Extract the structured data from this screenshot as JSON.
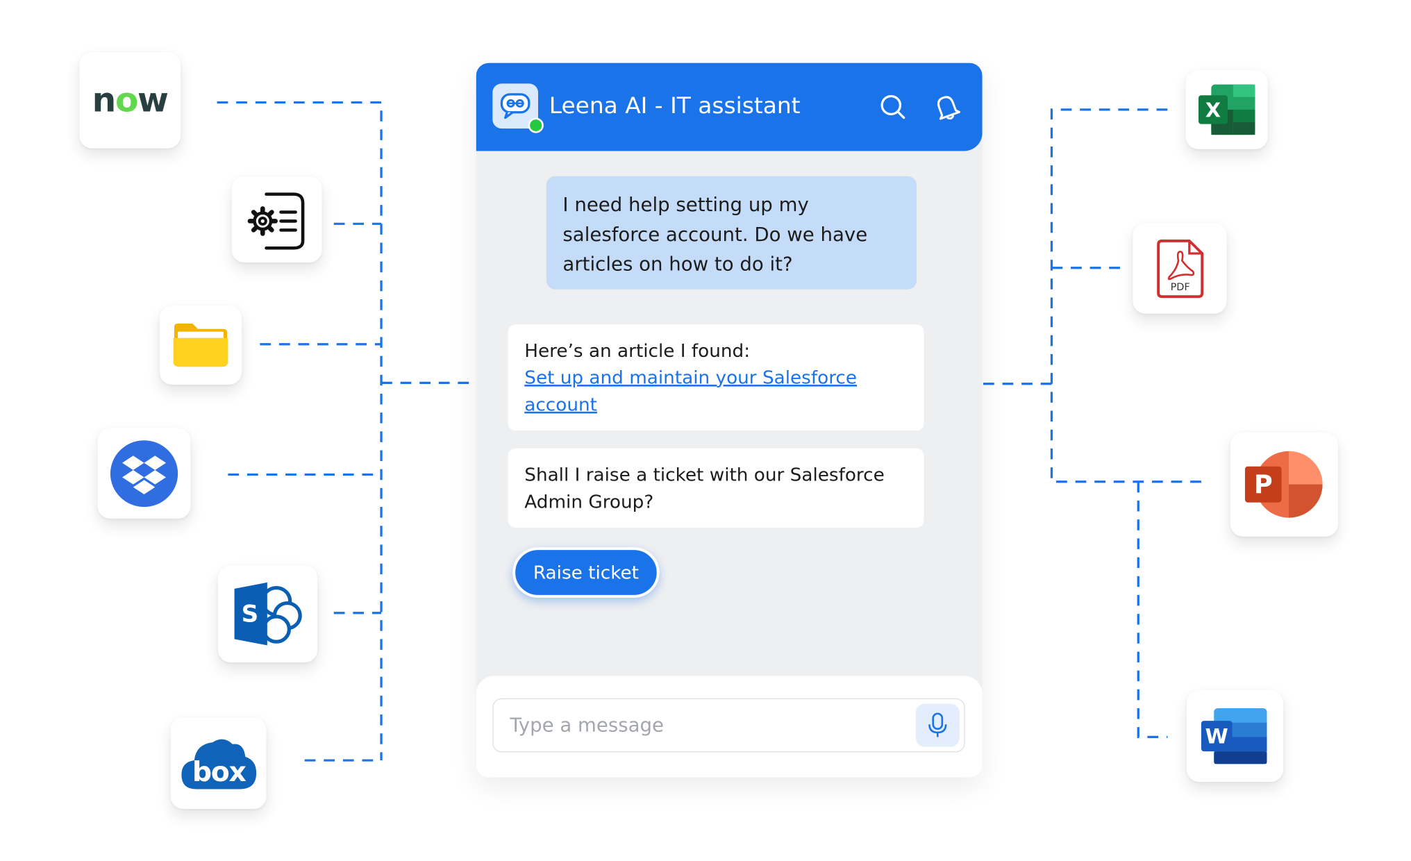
{
  "chat": {
    "title": "Leena AI - IT assistant",
    "user_message": "I need help setting up my salesforce account. Do we have articles on how to do it?",
    "bot_message_1_intro": "Here’s an article I found:",
    "bot_message_1_link": "Set up and maintain your Salesforce account",
    "bot_message_2": "Shall I raise a ticket with our Salesforce Admin Group?",
    "raise_ticket_label": "Raise ticket",
    "input_placeholder": "Type a message"
  },
  "integrations": {
    "left": [
      {
        "name": "servicenow",
        "logo_text_pre": "n",
        "logo_text_o": "o",
        "logo_text_post": "w"
      },
      {
        "name": "knowledge-settings",
        "icon": "gear-document-icon"
      },
      {
        "name": "folder",
        "icon": "folder-icon"
      },
      {
        "name": "dropbox",
        "icon": "dropbox-icon"
      },
      {
        "name": "sharepoint",
        "icon": "sharepoint-icon",
        "letter": "S"
      },
      {
        "name": "box",
        "icon": "box-icon",
        "logo_text": "box"
      }
    ],
    "right": [
      {
        "name": "excel",
        "icon": "excel-icon",
        "letter": "X"
      },
      {
        "name": "pdf",
        "icon": "pdf-icon",
        "label": "PDF"
      },
      {
        "name": "powerpoint",
        "icon": "powerpoint-icon",
        "letter": "P"
      },
      {
        "name": "word",
        "icon": "word-icon",
        "letter": "W"
      }
    ]
  },
  "colors": {
    "accent": "#1a73e8",
    "user_bubble": "#c5dcf8",
    "online": "#25c93f",
    "connector": "#1a73e8"
  }
}
